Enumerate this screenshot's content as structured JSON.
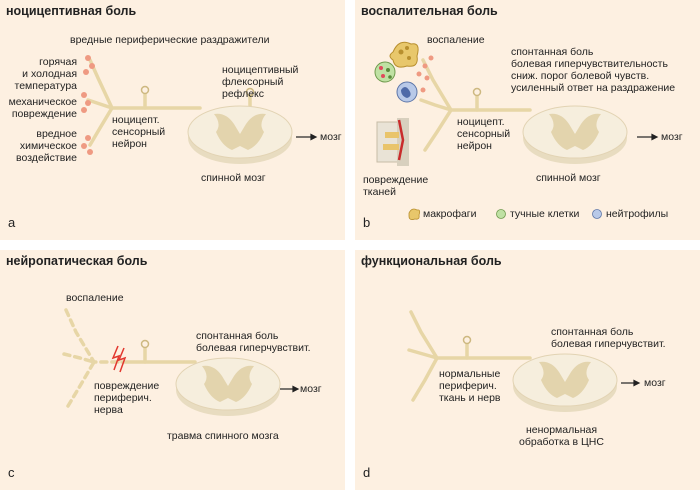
{
  "panels": {
    "a": {
      "title": "ноцицептивная боль",
      "letter": "a",
      "stimuli_header": "вредные периферические раздражители",
      "temp": "горячая\nи холодная\nтемпература",
      "mech": "механическое\nповреждение",
      "chem": "вредное\nхимическое\nвоздействие",
      "neuron": "ноцицепт.\nсенсорный\nнейрон",
      "reflex": "ноцицептивный\nфлексорный\nрефлекс",
      "brain": "мозг",
      "cord": "спинной мозг"
    },
    "b": {
      "title": "воспалительная боль",
      "letter": "b",
      "inflam": "воспаление",
      "effects": "спонтанная боль\nболевая гиперчувствительность\nсниж. порог болевой чувств.\nусиленный ответ на раздражение",
      "neuron": "ноцицепт.\nсенсорный\nнейрон",
      "damage": "повреждение\nтканей",
      "brain": "мозг",
      "cord": "спинной мозг",
      "legend": [
        "макрофаги",
        "тучные клетки",
        "нейтрофилы"
      ]
    },
    "c": {
      "title": "нейропатическая боль",
      "letter": "c",
      "inflam": "воспаление",
      "effects": "спонтанная боль\nболевая гиперчувствит.",
      "nerve": "повреждение\nпериферич.\nнерва",
      "brain": "мозг",
      "cord": "травма спинного мозга"
    },
    "d": {
      "title": "функциональная боль",
      "letter": "d",
      "effects": "спонтанная боль\nболевая гиперчувствит.",
      "normal": "нормальные\nпериферич.\nткань и нерв",
      "brain": "мозг",
      "cns": "ненормальная\nобработка в ЦНС"
    }
  },
  "colors": {
    "panel_bg": "#fdf0e1",
    "nerve": "#e7d6a6",
    "cord_outer": "#f6eedd",
    "grey_matter": "#e3d4ad",
    "stimulus": "#ef9a82",
    "lightning": "#e2372e"
  }
}
